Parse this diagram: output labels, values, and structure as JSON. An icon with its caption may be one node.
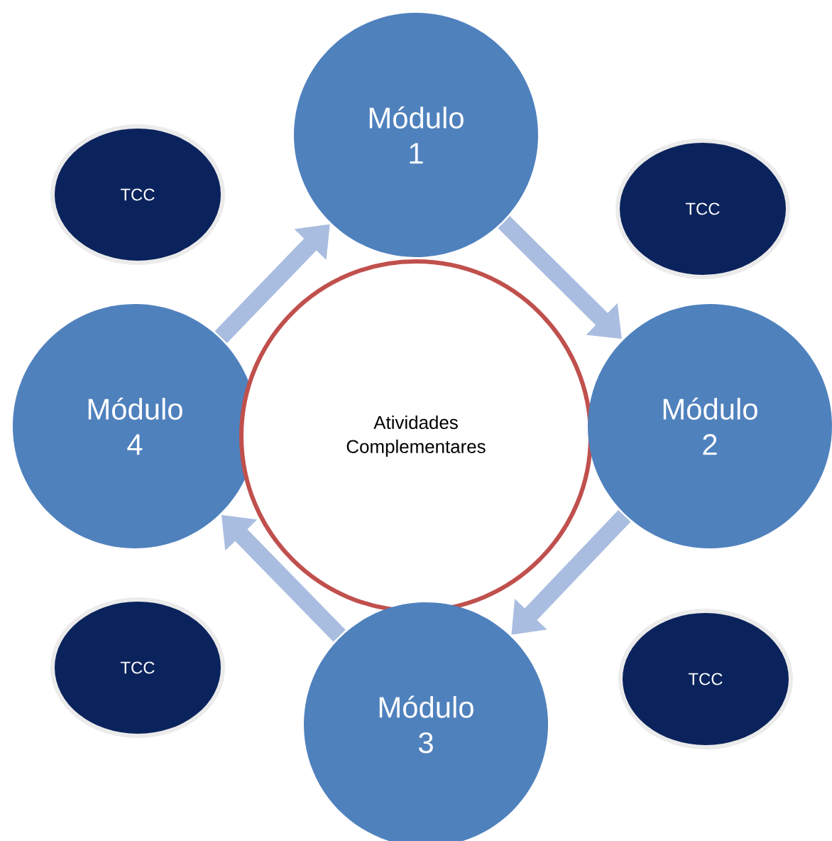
{
  "diagram": {
    "nodes": [
      {
        "text": [
          "TCC"
        ]
      },
      {
        "text": [
          "Módulo 1"
        ]
      },
      {
        "text": [
          "TCC"
        ]
      },
      {
        "text": [
          "Módulo 4"
        ]
      },
      {
        "text": [
          "Atividades Complementares"
        ]
      },
      {
        "text": [
          "Módulo 2"
        ]
      },
      {
        "text": [
          "TCC"
        ]
      },
      {
        "text": [
          "Módulo 3"
        ]
      },
      {
        "text": [
          "TCC"
        ]
      }
    ],
    "edges": [
      {
        "from": 1,
        "to": 5,
        "arrow": "to"
      },
      {
        "from": 5,
        "to": 7,
        "arrow": "to"
      },
      {
        "from": 7,
        "to": 3,
        "arrow": "to"
      },
      {
        "from": 3,
        "to": 1,
        "arrow": "to"
      }
    ]
  }
}
